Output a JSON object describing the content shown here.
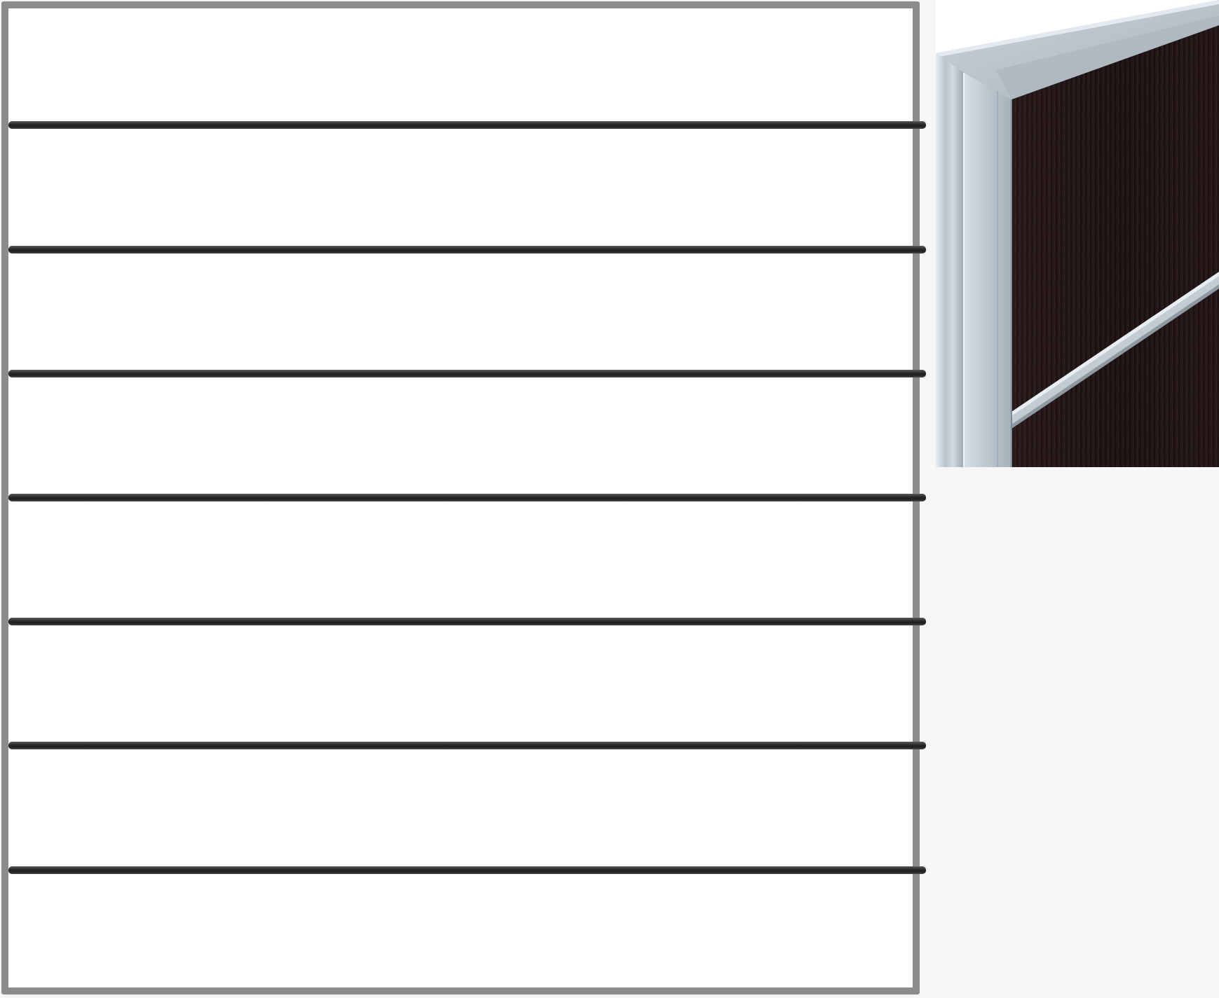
{
  "colors": {
    "page_background": "#f6f6f6",
    "panel_face": "#ffffff",
    "panel_frame": "#8c8c8c",
    "slot": "#262626",
    "aluminum_frame": "#b9c3cb",
    "wood_veneer": "#1e1414"
  },
  "panel": {
    "slot_count": 7
  },
  "inset": {
    "subject": "corner-detail-photo",
    "slot_count": 1
  }
}
